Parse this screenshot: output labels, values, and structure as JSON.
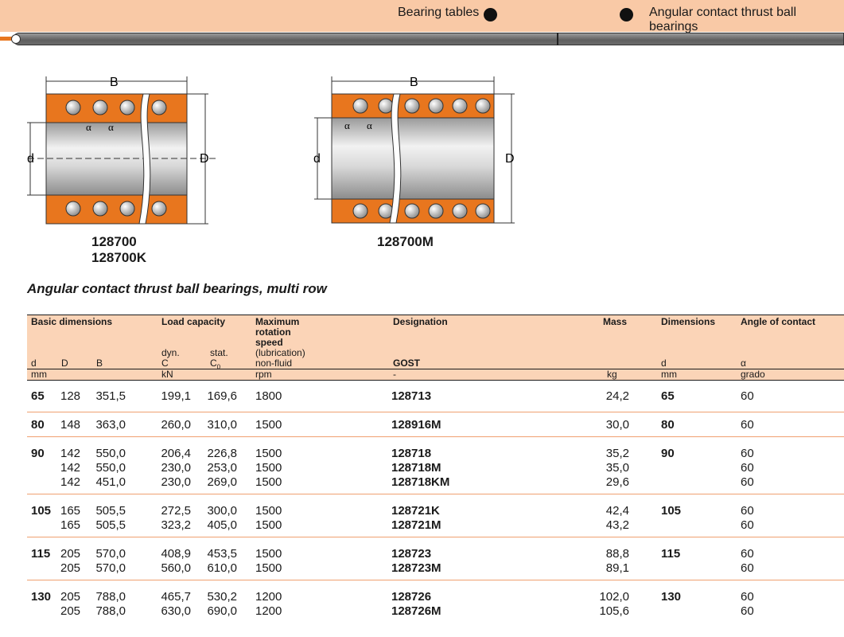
{
  "header": {
    "crumb1": "Bearing tables",
    "crumb2": "Angular contact thrust ball bearings"
  },
  "figures": {
    "left": {
      "dim_B": "B",
      "dim_d": "d",
      "dim_D": "D",
      "alpha": "α",
      "label1": "128700",
      "label2": "128700K"
    },
    "right": {
      "dim_B": "B",
      "dim_d": "d",
      "dim_D": "D",
      "alpha": "α",
      "label1": "128700M"
    }
  },
  "colors": {
    "accent": "#e8761e",
    "header_bg": "#f9c9a6",
    "table_head_bg": "#fbd4b7",
    "separator": "#f0a070"
  },
  "section_title": "Angular contact thrust ball bearings, multi row",
  "table": {
    "group_headers": {
      "basic_dimensions": "Basic dimensions",
      "load_capacity": "Load capacity",
      "max_speed_1": "Maximum",
      "max_speed_2": "rotation",
      "max_speed_3": "speed",
      "designation": "Designation",
      "mass": "Mass",
      "dimensions": "Dimensions",
      "angle": "Angle of contact"
    },
    "sub_headers": {
      "d": "d",
      "D": "D",
      "B": "B",
      "dyn": "dyn.",
      "C": "C",
      "stat": "stat.",
      "C0": "C",
      "lubrication": "(lubrication)",
      "non_fluid": "non-fluid",
      "gost": "GOST",
      "dim_d": "d",
      "alpha": "α"
    },
    "units": {
      "mm": "mm",
      "kN": "kN",
      "rpm": "rpm",
      "dash": "-",
      "kg": "kg",
      "mm2": "mm",
      "grado": "grado"
    },
    "groups": [
      {
        "d": "65",
        "rows": [
          {
            "D": "128",
            "B": "351,5",
            "C": "199,1",
            "C0": "169,6",
            "speed": "1800",
            "designation": "128713",
            "mass": "24,2",
            "angle": "60"
          }
        ]
      },
      {
        "d": "80",
        "rows": [
          {
            "D": "148",
            "B": "363,0",
            "C": "260,0",
            "C0": "310,0",
            "speed": "1500",
            "designation": "128916M",
            "mass": "30,0",
            "angle": "60"
          }
        ]
      },
      {
        "d": "90",
        "rows": [
          {
            "D": "142",
            "B": "550,0",
            "C": "206,4",
            "C0": "226,8",
            "speed": "1500",
            "designation": "128718",
            "mass": "35,2",
            "angle": "60"
          },
          {
            "D": "142",
            "B": "550,0",
            "C": "230,0",
            "C0": "253,0",
            "speed": "1500",
            "designation": "128718M",
            "mass": "35,0",
            "angle": "60"
          },
          {
            "D": "142",
            "B": "451,0",
            "C": "230,0",
            "C0": "269,0",
            "speed": "1500",
            "designation": "128718KM",
            "mass": "29,6",
            "angle": "60"
          }
        ]
      },
      {
        "d": "105",
        "rows": [
          {
            "D": "165",
            "B": "505,5",
            "C": "272,5",
            "C0": "300,0",
            "speed": "1500",
            "designation": "128721K",
            "mass": "42,4",
            "angle": "60"
          },
          {
            "D": "165",
            "B": "505,5",
            "C": "323,2",
            "C0": "405,0",
            "speed": "1500",
            "designation": "128721M",
            "mass": "43,2",
            "angle": "60"
          }
        ]
      },
      {
        "d": "115",
        "rows": [
          {
            "D": "205",
            "B": "570,0",
            "C": "408,9",
            "C0": "453,5",
            "speed": "1500",
            "designation": "128723",
            "mass": "88,8",
            "angle": "60"
          },
          {
            "D": "205",
            "B": "570,0",
            "C": "560,0",
            "C0": "610,0",
            "speed": "1500",
            "designation": "128723M",
            "mass": "89,1",
            "angle": "60"
          }
        ]
      },
      {
        "d": "130",
        "rows": [
          {
            "D": "205",
            "B": "788,0",
            "C": "465,7",
            "C0": "530,2",
            "speed": "1200",
            "designation": "128726",
            "mass": "102,0",
            "angle": "60"
          },
          {
            "D": "205",
            "B": "788,0",
            "C": "630,0",
            "C0": "690,0",
            "speed": "1200",
            "designation": "128726M",
            "mass": "105,6",
            "angle": "60"
          }
        ]
      }
    ]
  }
}
